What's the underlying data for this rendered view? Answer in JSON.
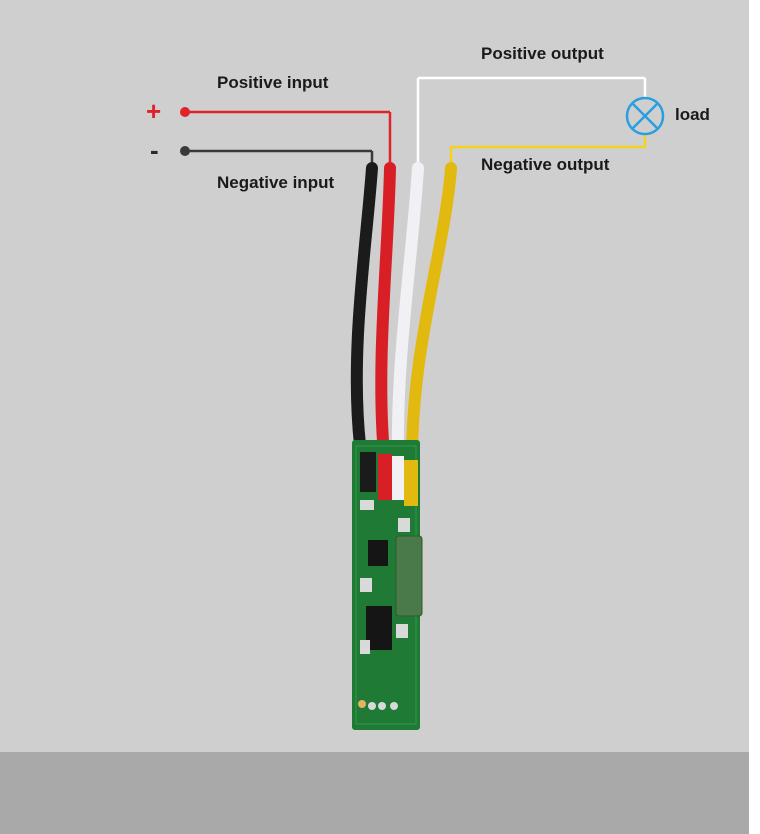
{
  "labels": {
    "positive_input": "Positive input",
    "negative_input": "Negative input",
    "positive_output": "Positive output",
    "negative_output": "Negative output",
    "load": "load",
    "plus_sign": "+",
    "minus_sign": "-"
  },
  "colors": {
    "positive_wire": "#e0222a",
    "negative_wire": "#2b2b2b",
    "positive_output_wire": "#ffffff",
    "negative_output_wire": "#f2d21b",
    "load_symbol": "#2a9fe0",
    "pcb": "#1f7a36",
    "background": "#cfcfcf",
    "floor": "#a9a9a9"
  }
}
